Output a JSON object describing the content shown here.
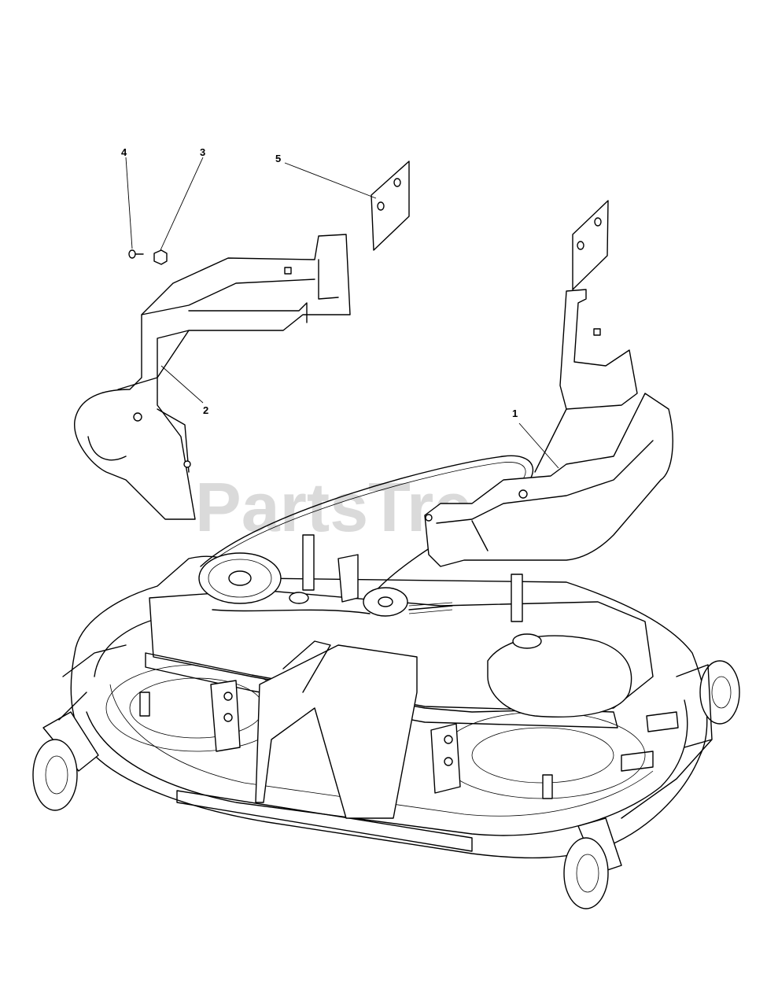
{
  "watermark": {
    "text": "PartsTree",
    "trademark": "™"
  },
  "callouts": [
    {
      "id": "1",
      "label": "1"
    },
    {
      "id": "2",
      "label": "2"
    },
    {
      "id": "3",
      "label": "3"
    },
    {
      "id": "4",
      "label": "4"
    },
    {
      "id": "5",
      "label": "5"
    }
  ]
}
